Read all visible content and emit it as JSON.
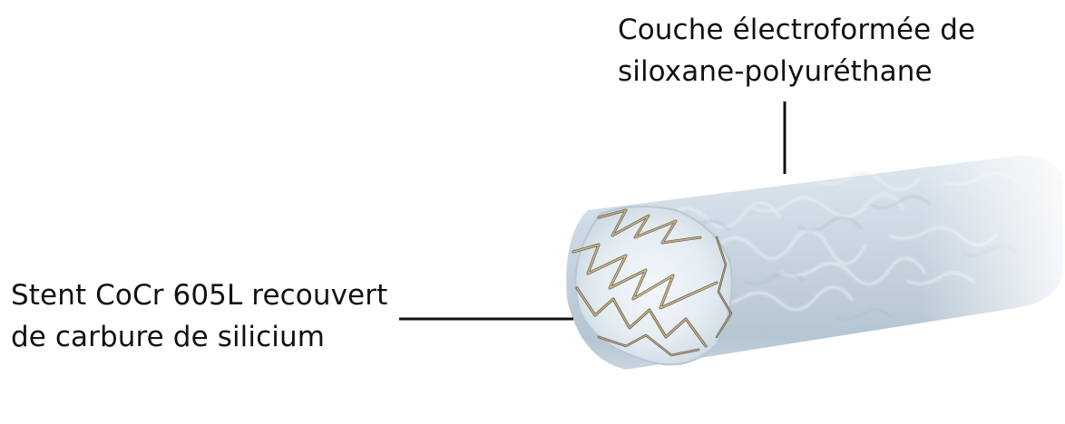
{
  "labels": {
    "coating": {
      "line1": "Couche électroformée de",
      "line2": "siloxane-polyuréthane"
    },
    "stent": {
      "line1": "Stent CoCr 605L recouvert",
      "line2": "de carbure de silicium"
    }
  },
  "colors": {
    "tube_body": "#c9d6e0",
    "tube_highlight": "#e6eef4",
    "tube_shadow": "#a7b8c6",
    "stent_wire_gold": "#b49a5c",
    "stent_wire_dark": "#4d4a55",
    "leader_line": "#111111"
  }
}
